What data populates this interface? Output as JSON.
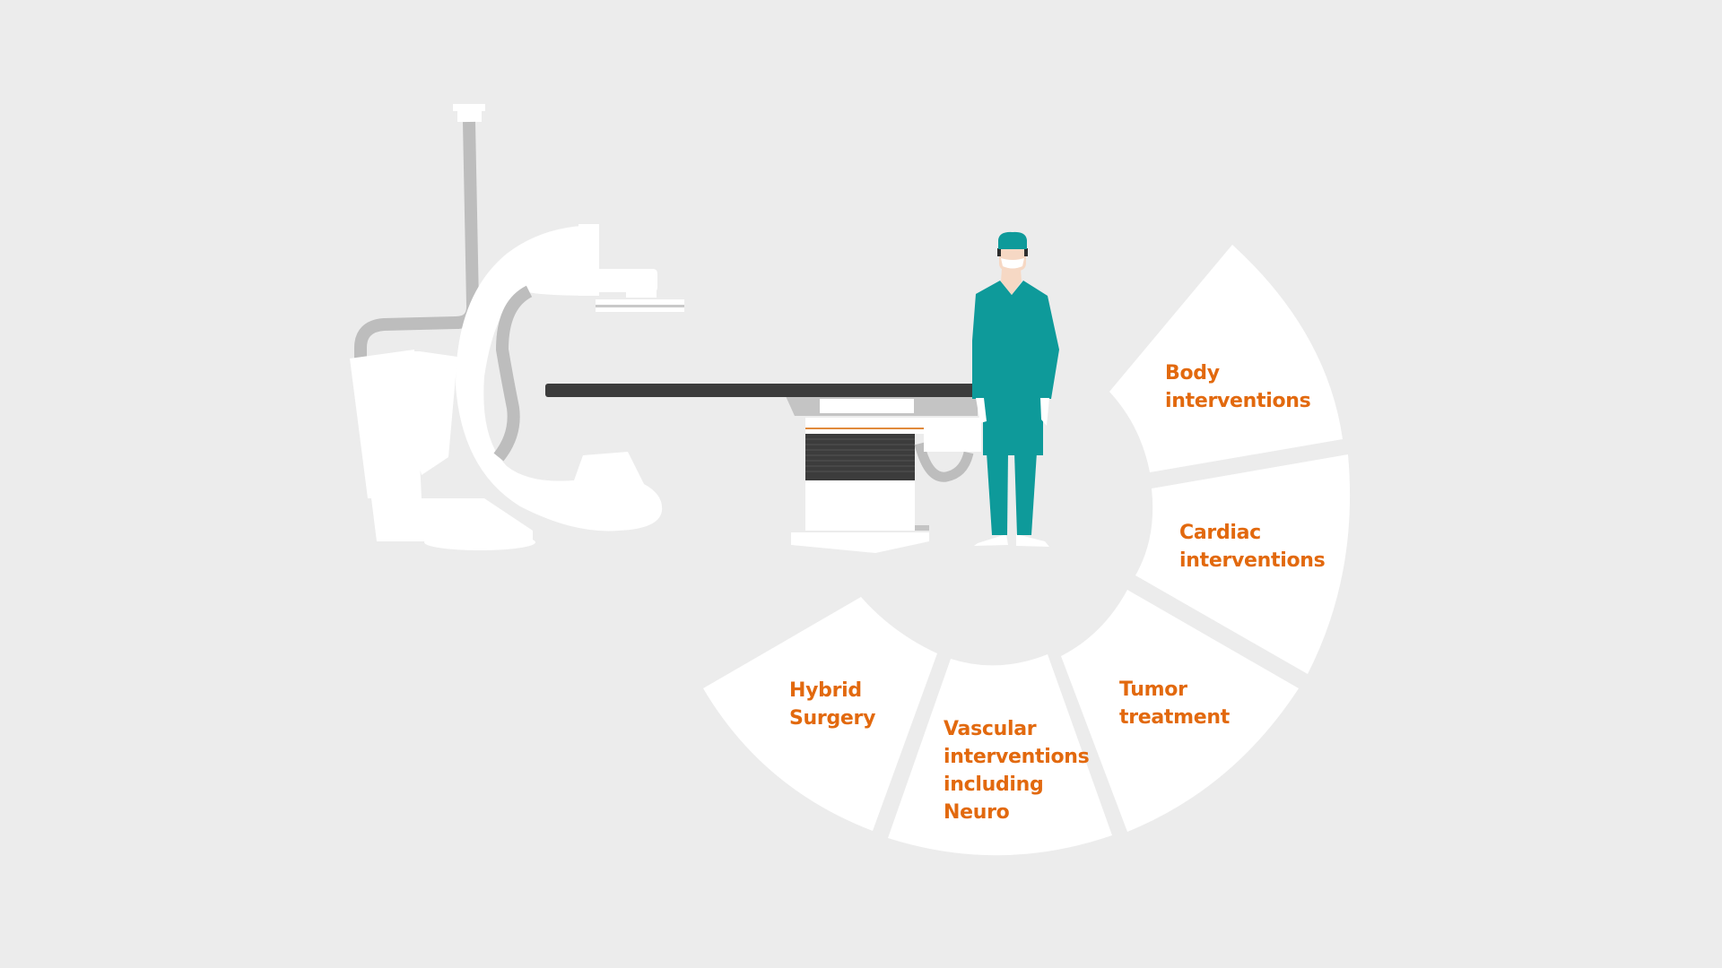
{
  "colors": {
    "background": "#ececec",
    "segment": "#ffffff",
    "label": "#e2690e",
    "scrubs": "#0e9a9a",
    "machine": "#ffffff",
    "cable": "#bdbdbd",
    "table_top": "#3c3c3c"
  },
  "segments": [
    {
      "id": "body",
      "label": "Body\ninterventions"
    },
    {
      "id": "cardiac",
      "label": "Cardiac\ninterventions"
    },
    {
      "id": "tumor",
      "label": "Tumor\ntreatment"
    },
    {
      "id": "vascular",
      "label": "Vascular\ninterventions\nincluding\nNeuro"
    },
    {
      "id": "hybrid",
      "label": "Hybrid\nSurgery"
    }
  ],
  "illustration": {
    "machine": "c-arm-angiography-system",
    "table": "patient-table",
    "person": "surgeon"
  }
}
